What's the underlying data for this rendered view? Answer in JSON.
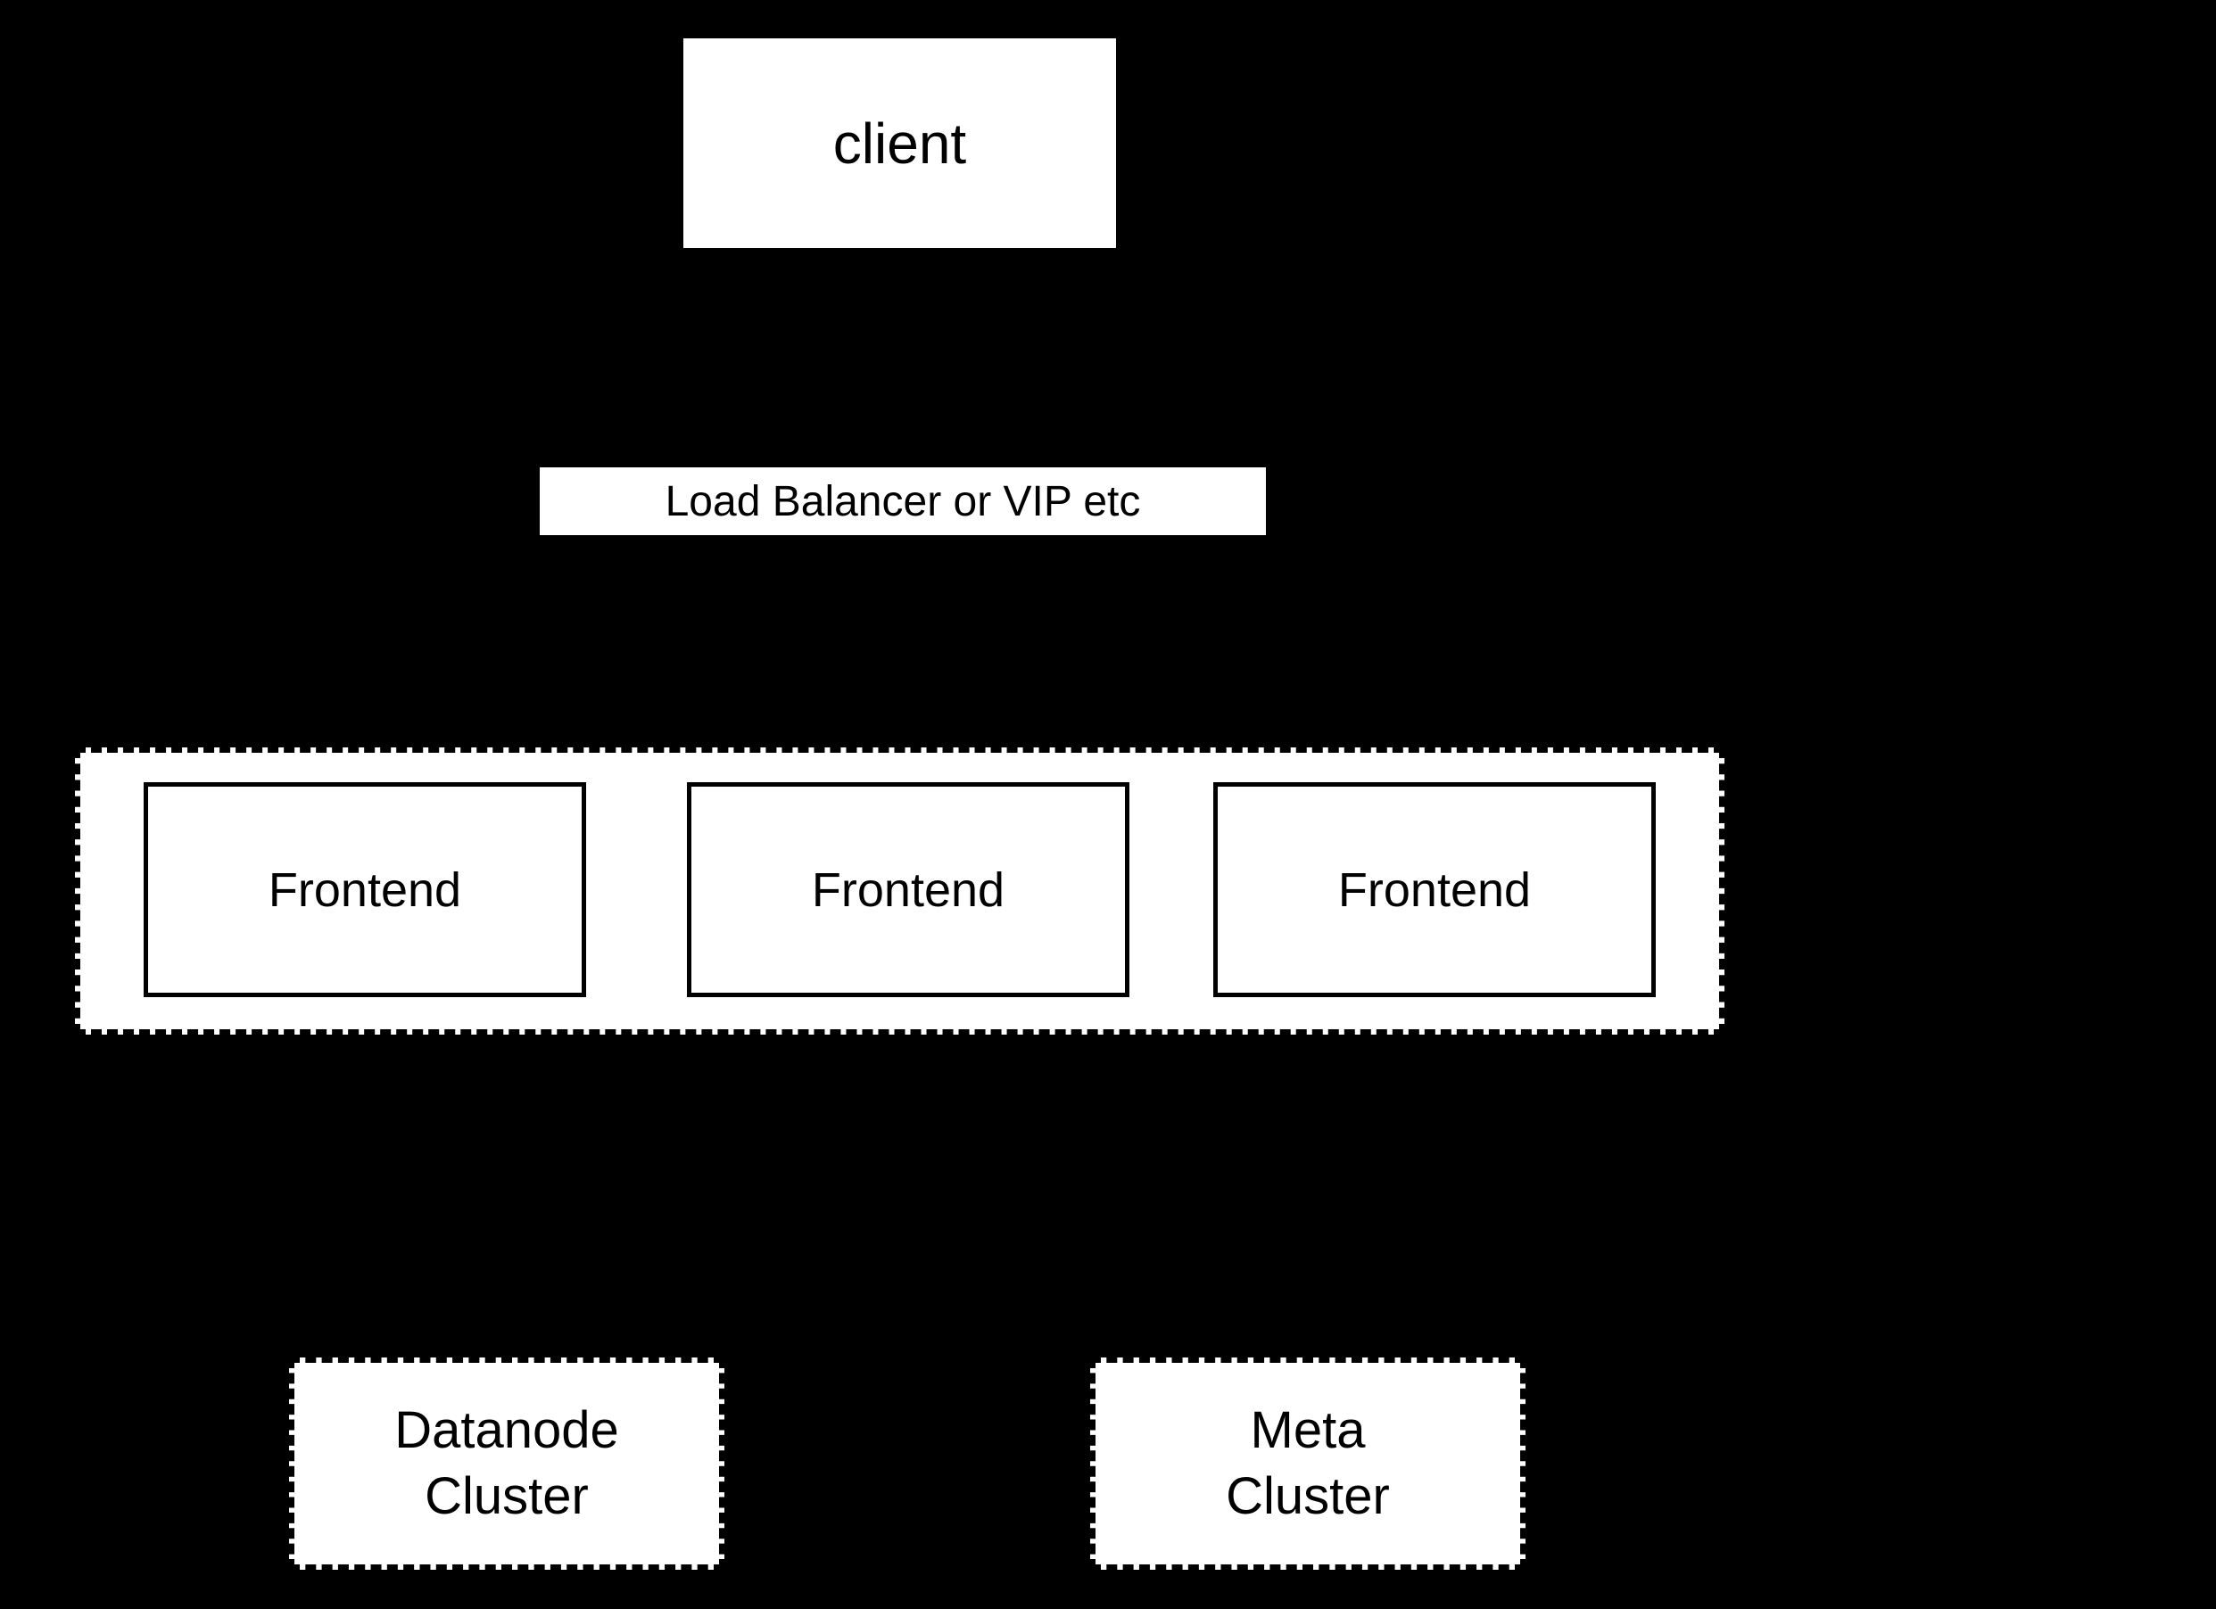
{
  "canvas": {
    "background_color": "#000000",
    "shape_fill_color": "#ffffff",
    "line_color": "#000000"
  },
  "diagram": {
    "client": {
      "label": "client"
    },
    "load_balancer": {
      "label": "Load Balancer or VIP etc"
    },
    "frontend_group": {
      "frontends": [
        {
          "label": "Frontend"
        },
        {
          "label": "Frontend"
        },
        {
          "label": "Frontend"
        }
      ]
    },
    "clusters": [
      {
        "label": "Datanode\nCluster"
      },
      {
        "label": "Meta\nCluster"
      }
    ]
  }
}
